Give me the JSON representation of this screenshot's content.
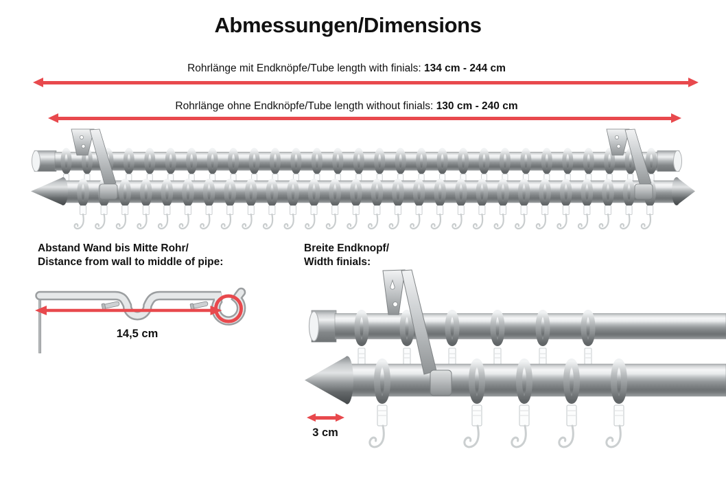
{
  "title": "Abmessungen/Dimensions",
  "dimension_lines": {
    "with_finials": {
      "label": "Rohrlänge mit Endknöpfe/Tube length with finials:",
      "value": "134 cm - 244 cm"
    },
    "without_finials": {
      "label": "Rohrlänge ohne Endknöpfe/Tube length without finials:",
      "value": "130 cm - 240 cm"
    }
  },
  "wall_distance": {
    "label_de": "Abstand Wand bis Mitte Rohr/",
    "label_en": "Distance from wall to middle of pipe:",
    "value": "14,5 cm"
  },
  "finial_width": {
    "label_de": "Breite Endknopf/",
    "label_en": "Width finials:",
    "value": "3 cm"
  },
  "colors": {
    "accent_red": "#E8494D",
    "text": "#111111"
  }
}
